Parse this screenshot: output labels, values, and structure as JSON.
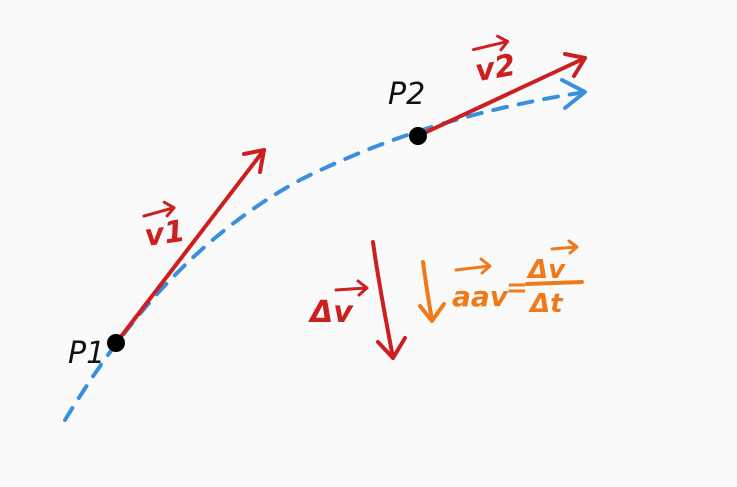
{
  "colors": {
    "velocity": "#cc1f1f",
    "path": "#3a8fde",
    "acceleration": "#f07a1a",
    "point": "#000000"
  },
  "labels": {
    "p1": "P1",
    "p2": "P2",
    "v1": "v1",
    "v2": "v2",
    "delta_v": "Δv",
    "a_av": "aav",
    "equals": "=",
    "numerator": "Δv",
    "denominator": "Δt"
  },
  "icons": {
    "vector_arrow": "arrow-over-letter",
    "path_style": "dashed-curve"
  }
}
